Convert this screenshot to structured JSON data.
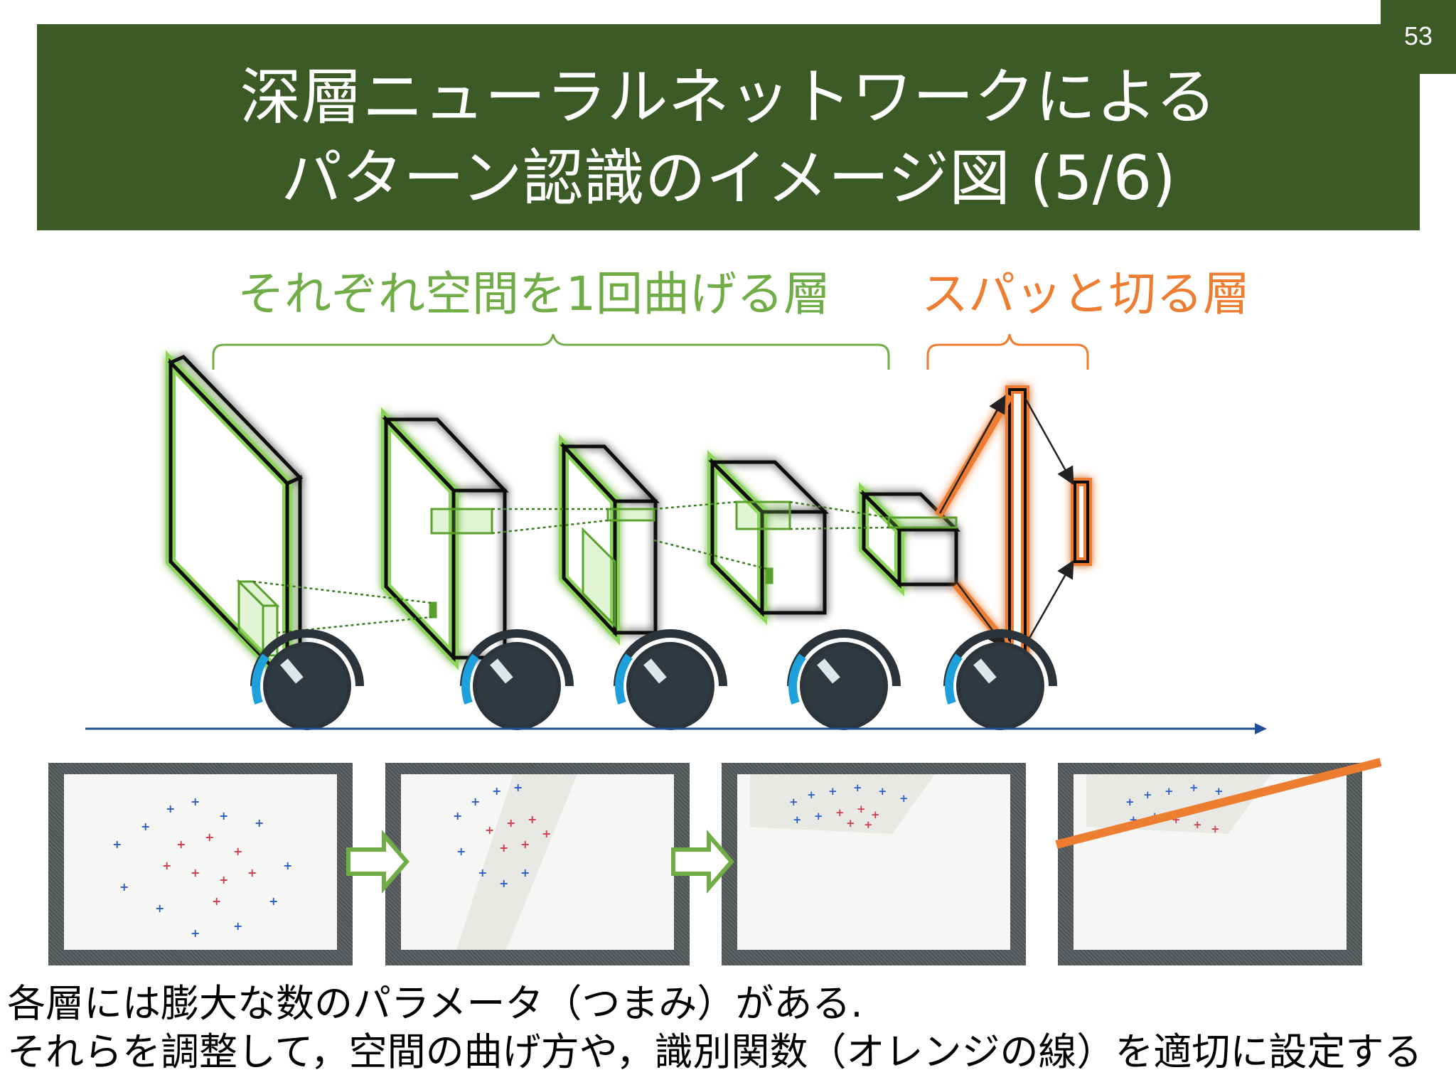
{
  "page_number": "53",
  "title": {
    "line1": "深層ニューラルネットワークによる",
    "line2": "パターン認識のイメージ図 (5/6)"
  },
  "labels": {
    "bend_layers": "それぞれ空間を1回曲げる層",
    "cut_layer": "スパッと切る層"
  },
  "colors": {
    "title_bg": "#3b5a25",
    "bend_layers": "#70ad47",
    "cut_layer": "#ed7d31",
    "dial_arc": "#1ea0dc",
    "axis": "#1f4e9a"
  },
  "icons": [
    "dial-knob-icon",
    "right-arrow-icon",
    "cut-line-icon"
  ],
  "caption": {
    "line1": "各層には膨大な数のパラメータ（つまみ）がある.",
    "line2": "それらを調整して，空間の曲げ方や，識別関数（オレンジの線）を適切に設定する"
  }
}
